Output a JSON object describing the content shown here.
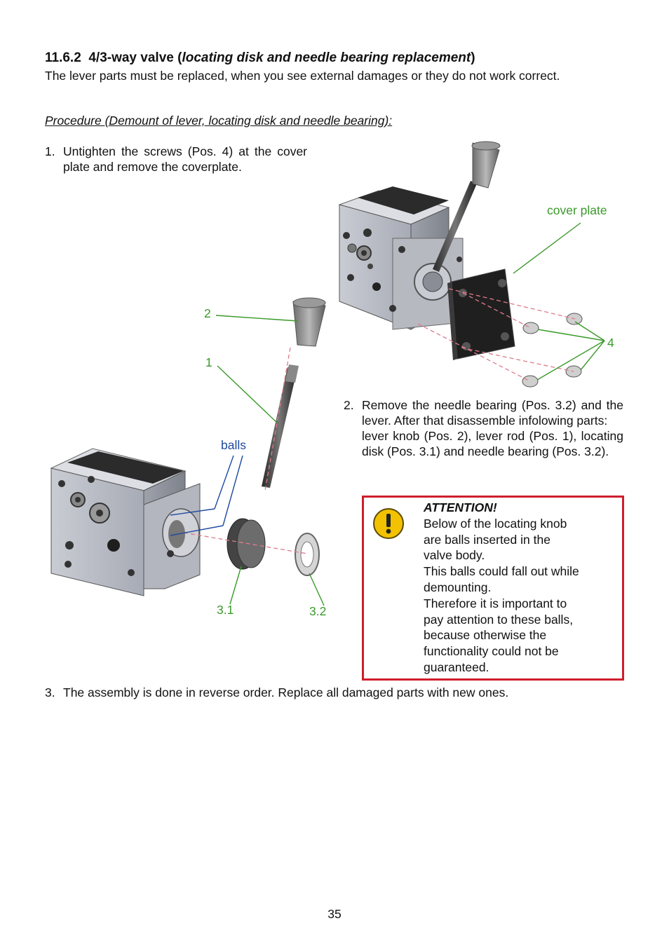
{
  "heading": {
    "number": "11.6.2",
    "title_plain": "4/3-way valve (",
    "title_italic": "locating disk and needle bearing replacement",
    "title_close": ")"
  },
  "intro": "The lever parts must be replaced, when you see external damages or they do not work correct.",
  "procedure_title": "Procedure (Demount of lever, locating disk and needle bearing):",
  "steps": [
    {
      "num": "1.",
      "text": "Untighten the screws (Pos. 4) at the cover plate and remove the coverplate."
    },
    {
      "num": "2.",
      "text_a": "Remove the needle bearing (Pos. 3.2) and the lever. After that disassemble infolowing parts:",
      "text_b": "lever knob (Pos. 2), lever rod (Pos. 1), locating disk (Pos. 3.1) and needle bearing (Pos. 3.2)."
    },
    {
      "num": "3.",
      "text": "The assembly is done in reverse order. Replace all damaged parts with new ones."
    }
  ],
  "callouts": {
    "cover_plate": "cover plate",
    "pos_2": "2",
    "pos_1": "1",
    "pos_4": "4",
    "balls": "balls",
    "pos_3_1": "3.1",
    "pos_3_2": "3.2"
  },
  "attention": {
    "title": "ATTENTION!",
    "lines": [
      "Below of the locating knob",
      "are balls inserted in the",
      "valve body.",
      "This balls could fall out while",
      "demounting.",
      "Therefore it is important to",
      "pay attention to these balls,",
      "because otherwise the",
      "functionality could not be",
      "guaranteed."
    ],
    "icon": "exclamation-warning-icon",
    "border_color": "#d01e2d"
  },
  "colors": {
    "callout_green": "#3a9a2a",
    "callout_blue": "#1f4aa0"
  },
  "page_number": "35"
}
